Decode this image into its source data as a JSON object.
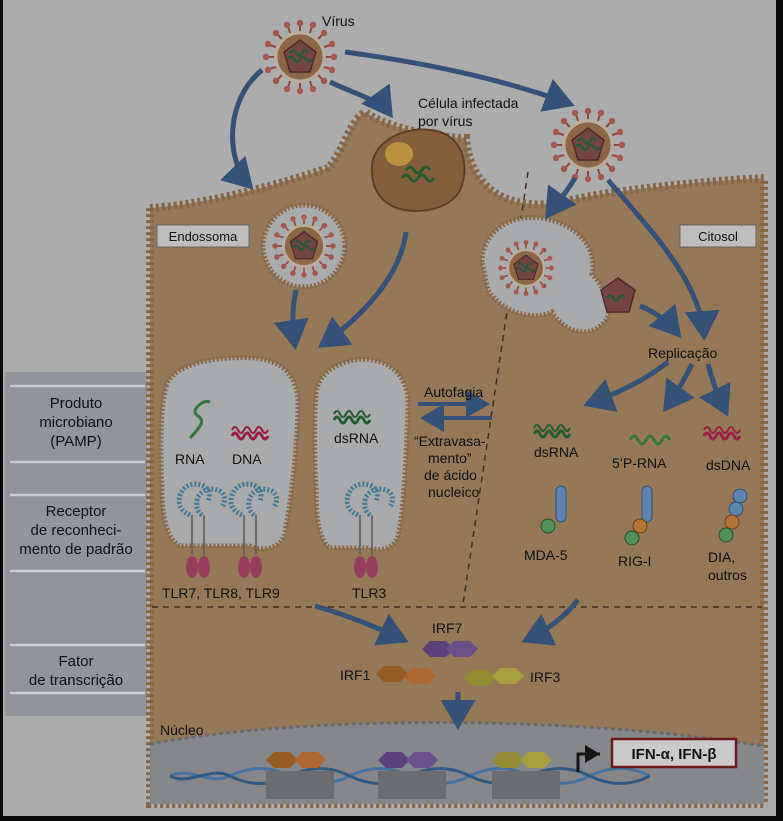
{
  "labels": {
    "virus": "Vírus",
    "infected_cell_1": "Célula infectada",
    "infected_cell_2": "por vírus",
    "endosome": "Endossoma",
    "cytosol": "Citosol",
    "replication": "Replicação",
    "autophagy": "Autofagia",
    "leak_1": "“Extravasa-",
    "leak_2": "mento”",
    "leak_3": "de ácido",
    "leak_4": "nucleico",
    "rna": "RNA",
    "dna": "DNA",
    "dsrna_endo": "dsRNA",
    "dsrna_cyto": "dsRNA",
    "p5rna": "5’P-RNA",
    "dsdna": "dsDNA",
    "tlr789": "TLR7, TLR8, TLR9",
    "tlr3": "TLR3",
    "mda5": "MDA-5",
    "rigi": "RIG-I",
    "dia_1": "DIA,",
    "dia_2": "outros",
    "irf7": "IRF7",
    "irf1": "IRF1",
    "irf3": "IRF3",
    "nucleus": "Núcleo",
    "ifn": "IFN-α, IFN-β"
  },
  "side_panel": {
    "pamp": [
      "Produto",
      "microbiano",
      "(PAMP)"
    ],
    "receptor": [
      "Receptor",
      "de reconheci-",
      "mento de padrão"
    ],
    "factor": [
      "Fator",
      "de transcrição"
    ]
  },
  "colors": {
    "frame": "#c9c9c9",
    "side_panel": "#a9adb1",
    "cell": "#ad8c66",
    "cell_border": "#a07a55",
    "vesicle": "#c4c6c8",
    "arrow": "#3f5f8c",
    "irf7": "#6a4f8f",
    "irf1": "#b06a2a",
    "irf3": "#aca23c",
    "ifn_border": "#7c1e22"
  }
}
